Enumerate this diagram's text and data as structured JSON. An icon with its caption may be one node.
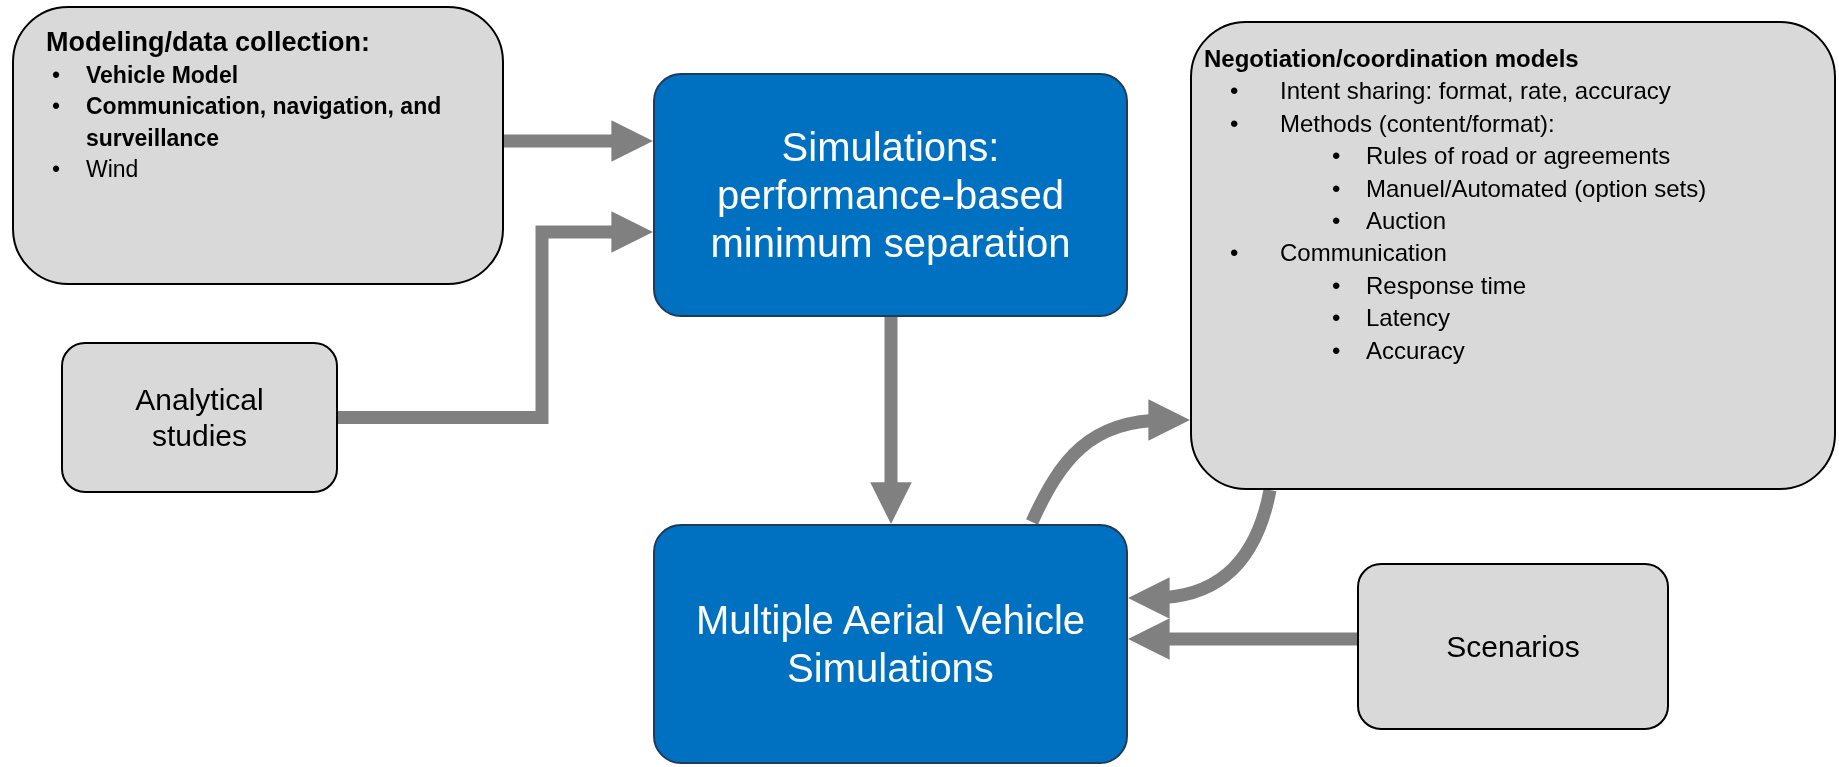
{
  "diagram": {
    "nodes": [
      {
        "text": [
          "Modeling/data collection:",
          "•",
          "Vehicle Model",
          "•",
          "Communication, navigation, and surveillance",
          "•",
          "Wind"
        ]
      },
      {
        "text": [
          "Simulations: performance-based minimum separation"
        ]
      },
      {
        "text": [
          "Negotiation/coordination models",
          "•",
          "Intent sharing: format, rate, accuracy",
          "•",
          "Methods (content/format):",
          "•",
          "Rules of road or agreements",
          "•",
          "Manuel/Automated (option sets)",
          "•",
          "Auction",
          "•",
          "Communication",
          "•",
          "Response time",
          "•",
          "Latency",
          "•",
          "Accuracy"
        ]
      },
      {
        "text": [
          "Analytical studies"
        ]
      },
      {
        "text": [
          "Multiple Aerial Vehicle Simulations"
        ]
      },
      {
        "text": [
          "Scenarios"
        ]
      }
    ],
    "edges": [
      {
        "from": 0,
        "to": 1,
        "arrow": "to"
      },
      {
        "from": 3,
        "to": 1,
        "arrow": "to"
      },
      {
        "from": 1,
        "to": 4,
        "arrow": "to"
      },
      {
        "from": 4,
        "to": 2,
        "arrow": "to"
      },
      {
        "from": 2,
        "to": 4,
        "arrow": "to"
      },
      {
        "from": 5,
        "to": 4,
        "arrow": "to"
      }
    ]
  }
}
